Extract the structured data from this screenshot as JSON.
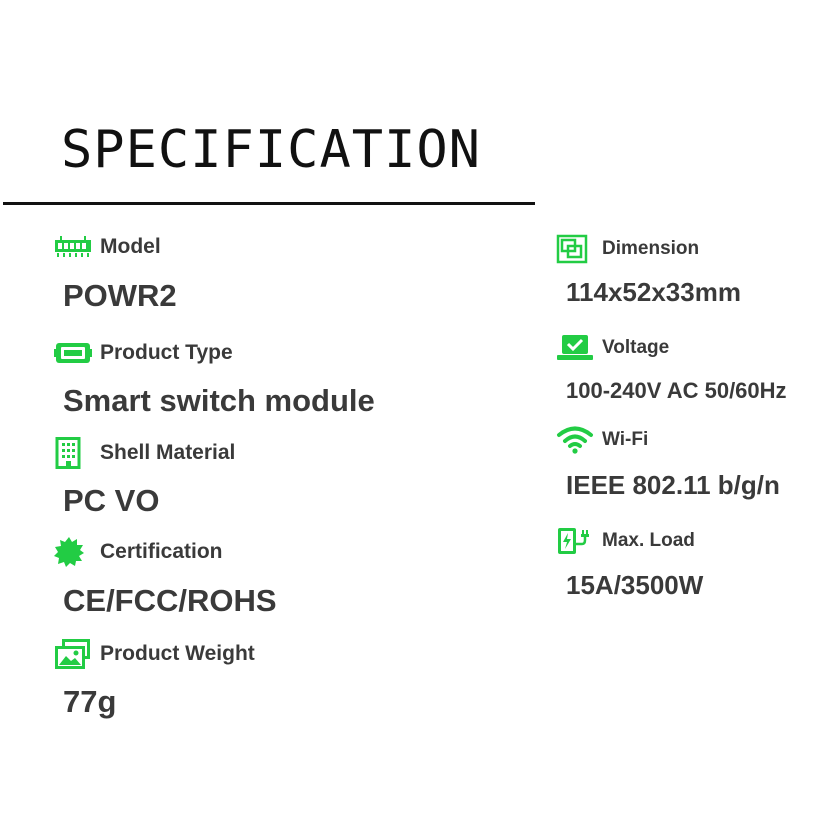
{
  "title": "SPECIFICATION",
  "accent_color": "#22cc44",
  "left_specs": [
    {
      "icon": "memory-chip-icon",
      "label": "Model",
      "value": "POWR2"
    },
    {
      "icon": "module-board-icon",
      "label": "Product Type",
      "value": "Smart switch module"
    },
    {
      "icon": "building-icon",
      "label": "Shell Material",
      "value": "PC VO"
    },
    {
      "icon": "certificate-seal-icon",
      "label": "Certification",
      "value": "CE/FCC/ROHS"
    },
    {
      "icon": "image-stack-icon",
      "label": "Product Weight",
      "value": "77g"
    }
  ],
  "right_specs": [
    {
      "icon": "dimension-frame-icon",
      "label": "Dimension",
      "value": "114x52x33mm"
    },
    {
      "icon": "laptop-check-icon",
      "label": "Voltage",
      "value": "100-240V AC 50/60Hz"
    },
    {
      "icon": "wifi-icon",
      "label": "Wi-Fi",
      "value": "IEEE 802.11 b/g/n"
    },
    {
      "icon": "charging-station-icon",
      "label": "Max. Load",
      "value": "15A/3500W"
    }
  ]
}
